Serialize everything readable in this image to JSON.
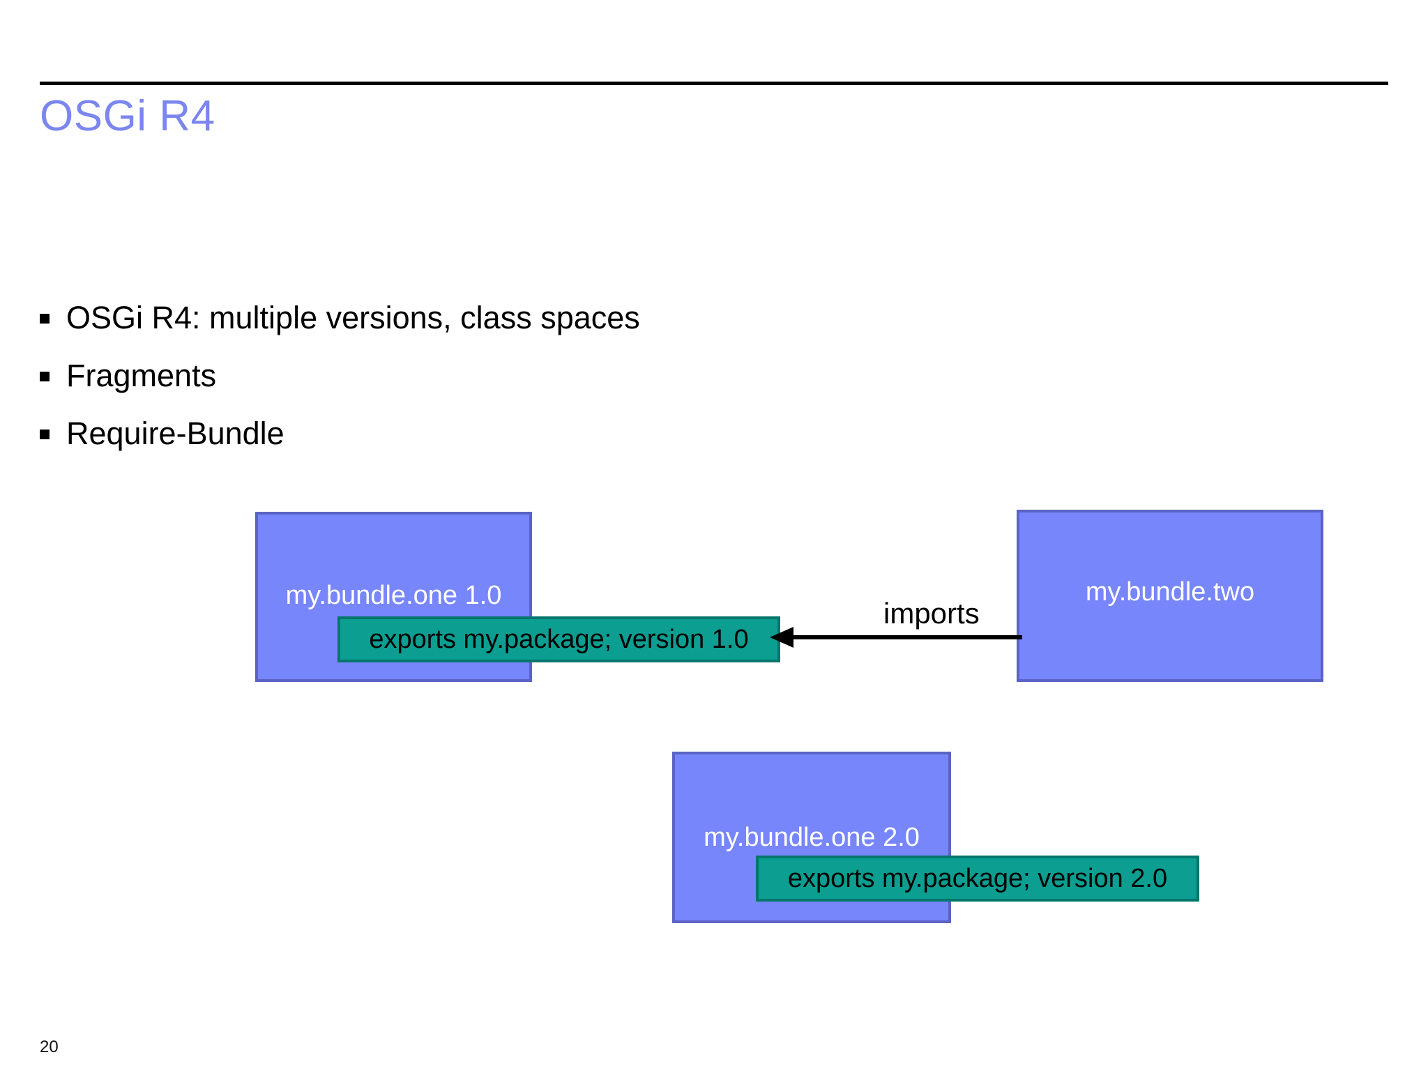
{
  "slide": {
    "title": "OSGi R4",
    "page_number": "20",
    "title_color": "#7b86ee",
    "rule_color": "#000000",
    "background": "#ffffff"
  },
  "bullets": [
    {
      "marker": "square-bullet-icon",
      "text": "OSGi R4: multiple versions, class spaces"
    },
    {
      "marker": "square-bullet-icon",
      "text": "Fragments"
    },
    {
      "marker": "square-bullet-icon",
      "text": "Require-Bundle"
    }
  ],
  "diagram": {
    "bundle_fill": "#7886fb",
    "bundle_border": "#5b64c4",
    "export_fill": "#0b9e91",
    "export_border": "#05766c",
    "arrow_color": "#000000",
    "bundles": [
      {
        "name": "my.bundle.one 1.0",
        "export": "exports my.package; version 1.0"
      },
      {
        "name": "my.bundle.two",
        "export": null
      },
      {
        "name": "my.bundle.one 2.0",
        "export": "exports my.package; version 2.0"
      }
    ],
    "relation": {
      "label": "imports",
      "icon": "left-arrow-icon",
      "from": "my.bundle.two",
      "to": "exports my.package; version 1.0"
    }
  }
}
